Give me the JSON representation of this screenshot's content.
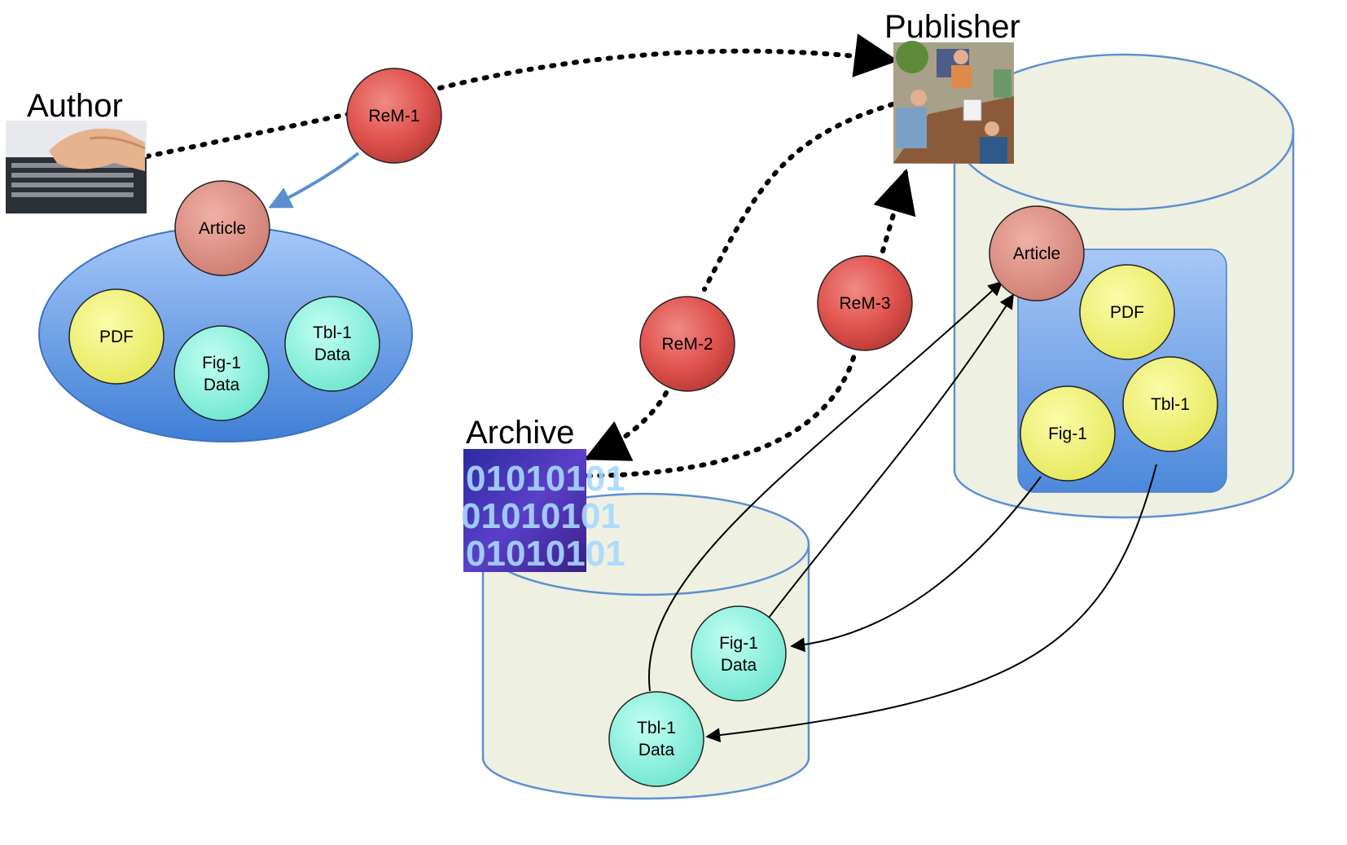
{
  "actors": {
    "author": "Author",
    "publisher": "Publisher",
    "archive": "Archive"
  },
  "resource_maps": {
    "rem1": "ReM-1",
    "rem2": "ReM-2",
    "rem3": "ReM-3"
  },
  "author_aggregation": {
    "article": "Article",
    "pdf": "PDF",
    "fig1_data": [
      "Fig-1",
      "Data"
    ],
    "tbl1_data": [
      "Tbl-1",
      "Data"
    ]
  },
  "publisher_aggregation": {
    "article": "Article",
    "pdf": "PDF",
    "fig1": "Fig-1",
    "tbl1": "Tbl-1"
  },
  "archive_aggregation": {
    "fig1_data": [
      "Fig-1",
      "Data"
    ],
    "tbl1_data": [
      "Tbl-1",
      "Data"
    ]
  },
  "colors": {
    "rem": "#d9534f",
    "article": "#d98a80",
    "pdf_fig_tbl": "#eef07a",
    "data_nodes": "#8af0de",
    "aggregation_blue": "#6fa4e8",
    "repository_fill": "#eef0e2",
    "repository_stroke": "#5d8fd0"
  },
  "icons": {
    "author": "keyboard-typing-photo",
    "publisher": "meeting-clipart",
    "archive": "binary-digits-image"
  },
  "archive_image_digits": "01010101"
}
